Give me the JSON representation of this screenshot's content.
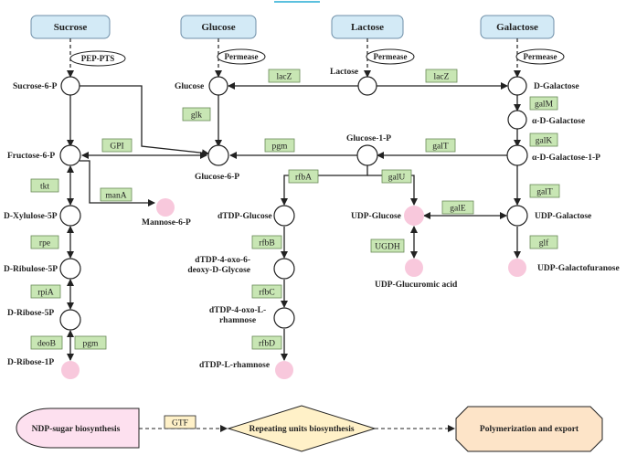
{
  "sugars": [
    "Sucrose",
    "Glucose",
    "Lactose",
    "Galactose"
  ],
  "transporters": [
    "PEP-PTS",
    "Permease",
    "Permease",
    "Permease"
  ],
  "metabolites": {
    "sucrose6p": "Sucrose-6-P",
    "glucose": "Glucose",
    "lactose": "Lactose",
    "dgalactose": "D-Galactose",
    "agalactose": "α-D-Galactose",
    "agal1p": "α-D-Galactose-1-P",
    "fructose6p": "Fructose-6-P",
    "glucose6p": "Glucose-6-P",
    "glucose1p": "Glucose-1-P",
    "mannose6p": "Mannose-6-P",
    "xylulose5p": "D-Xylulose-5P",
    "ribulose5p": "D-Ribulose-5P",
    "ribose5p": "D-Ribose-5P",
    "ribose1p": "D-Ribose-1P",
    "dtdpglucose": "dTDP-Glucose",
    "dtdp4oxo6": [
      "dTDP-4-oxo-6-",
      "deoxy-D-Glycose"
    ],
    "dtdp4oxoL": [
      "dTDP-4-oxo-L-",
      "rhamnose"
    ],
    "dtdprhamnose": "dTDP-L-rhamnose",
    "udpglucose": "UDP-Glucose",
    "udpglucuronic": "UDP-Glucuromic acid",
    "udpgalactose": "UDP-Galactose",
    "udpgalactofuranose": "UDP-Galactofuranose"
  },
  "enzymes": {
    "lacz1": "lacZ",
    "lacz2": "lacZ",
    "glk": "glk",
    "galm": "galM",
    "galk": "galK",
    "gpi": "GPI",
    "pgm1": "pgm",
    "galt1": "galT",
    "mana": "manA",
    "tkt": "tkt",
    "rfba": "rfbA",
    "galu": "galU",
    "gale": "galE",
    "galt2": "galT",
    "rpe": "rpe",
    "rfbb": "rfbB",
    "ugdh": "UGDH",
    "glf": "glf",
    "rpia": "rpiA",
    "rfbc": "rfbC",
    "deob": "deoB",
    "pgm2": "pgm",
    "rfbd": "rfbD"
  },
  "bottom": {
    "ndp": "NDP-sugar biosynthesis",
    "gtf": "GTF",
    "repeating": "Repeating units biosynthesis",
    "polymerization": "Polymerization and export"
  },
  "colors": {
    "sugar_fill": "#d3eaf6",
    "enzyme_fill": "#c8e6b4",
    "end_product": "#f8c8dc",
    "ndp_fill": "#fde0ef",
    "repeating_fill": "#fff1c8",
    "polymer_fill": "#fde4c8"
  }
}
